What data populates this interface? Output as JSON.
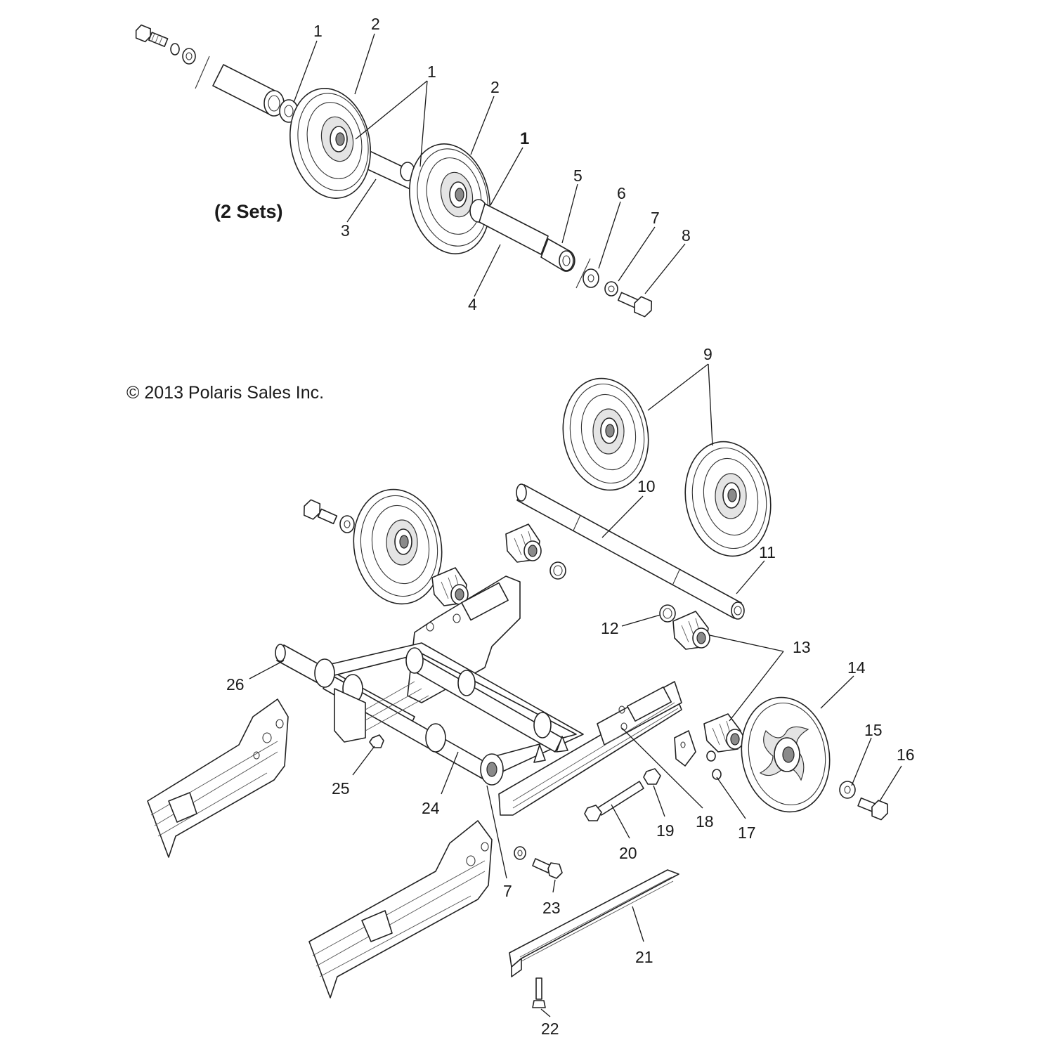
{
  "copyright": "© 2013 Polaris Sales Inc.",
  "sets_note": "(2 Sets)",
  "callouts": [
    {
      "id": "c1a",
      "text": "1"
    },
    {
      "id": "c2a",
      "text": "2"
    },
    {
      "id": "c1b",
      "text": "1"
    },
    {
      "id": "c2b",
      "text": "2"
    },
    {
      "id": "c1c",
      "text": "1"
    },
    {
      "id": "c5",
      "text": "5"
    },
    {
      "id": "c6",
      "text": "6"
    },
    {
      "id": "c7a",
      "text": "7"
    },
    {
      "id": "c8",
      "text": "8"
    },
    {
      "id": "c3",
      "text": "3"
    },
    {
      "id": "c4",
      "text": "4"
    },
    {
      "id": "c9",
      "text": "9"
    },
    {
      "id": "c10",
      "text": "10"
    },
    {
      "id": "c11",
      "text": "11"
    },
    {
      "id": "c12",
      "text": "12"
    },
    {
      "id": "c13",
      "text": "13"
    },
    {
      "id": "c14",
      "text": "14"
    },
    {
      "id": "c15",
      "text": "15"
    },
    {
      "id": "c16",
      "text": "16"
    },
    {
      "id": "c26",
      "text": "26"
    },
    {
      "id": "c25",
      "text": "25"
    },
    {
      "id": "c24",
      "text": "24"
    },
    {
      "id": "c18",
      "text": "18"
    },
    {
      "id": "c17",
      "text": "17"
    },
    {
      "id": "c19",
      "text": "19"
    },
    {
      "id": "c20",
      "text": "20"
    },
    {
      "id": "c7b",
      "text": "7"
    },
    {
      "id": "c23",
      "text": "23"
    },
    {
      "id": "c21",
      "text": "21"
    },
    {
      "id": "c22",
      "text": "22"
    }
  ]
}
